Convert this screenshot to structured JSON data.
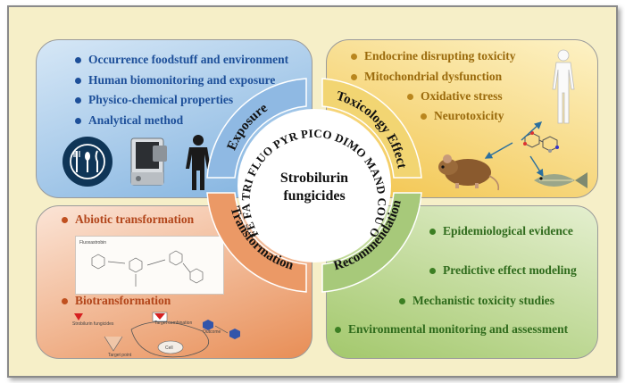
{
  "center": {
    "line1": "Strobilurin",
    "line2": "fungicides",
    "ring_text": "KM METO FE FA TRI FLUO PYR PICO DIMO MAND COU ORY ENAZO"
  },
  "quadrants": {
    "exposure": {
      "label": "Exposure",
      "items": [
        "Occurrence foodstuff and environment",
        "Human biomonitoring and exposure",
        "Physico-chemical properties",
        "Analytical method"
      ]
    },
    "toxicology": {
      "label": "Toxicology Effect",
      "items": [
        "Endocrine disrupting toxicity",
        "Mitochondrial dysfunction",
        "Oxidative stress",
        "Neurotoxicity"
      ]
    },
    "transformation": {
      "label": "Transformation",
      "abiotic": "Abiotic transformation",
      "bio": "Biotransformation",
      "scheme_labels": [
        "Fluoxastrobin",
        "Strobilurin fungicides",
        "Target combination",
        "Target point",
        "Cell",
        "Outcome"
      ]
    },
    "recommendation": {
      "label": "Recommendation",
      "items": [
        "Epidemiological evidence",
        "Predictive effect modeling",
        "Mechanistic toxicity studies",
        "Environmental monitoring and assessment"
      ]
    }
  },
  "colors": {
    "exposure": "#1d4f99",
    "toxicology": "#9a6a0c",
    "transformation": "#b2451a",
    "recommendation": "#2f6b1c"
  },
  "icons": [
    "dinner-plate-icon",
    "inhaler-device-icon",
    "human-silhouette-icon",
    "human-outline-icon",
    "mouse-icon",
    "fish-icon",
    "molecule-icon",
    "arrow-icon"
  ]
}
